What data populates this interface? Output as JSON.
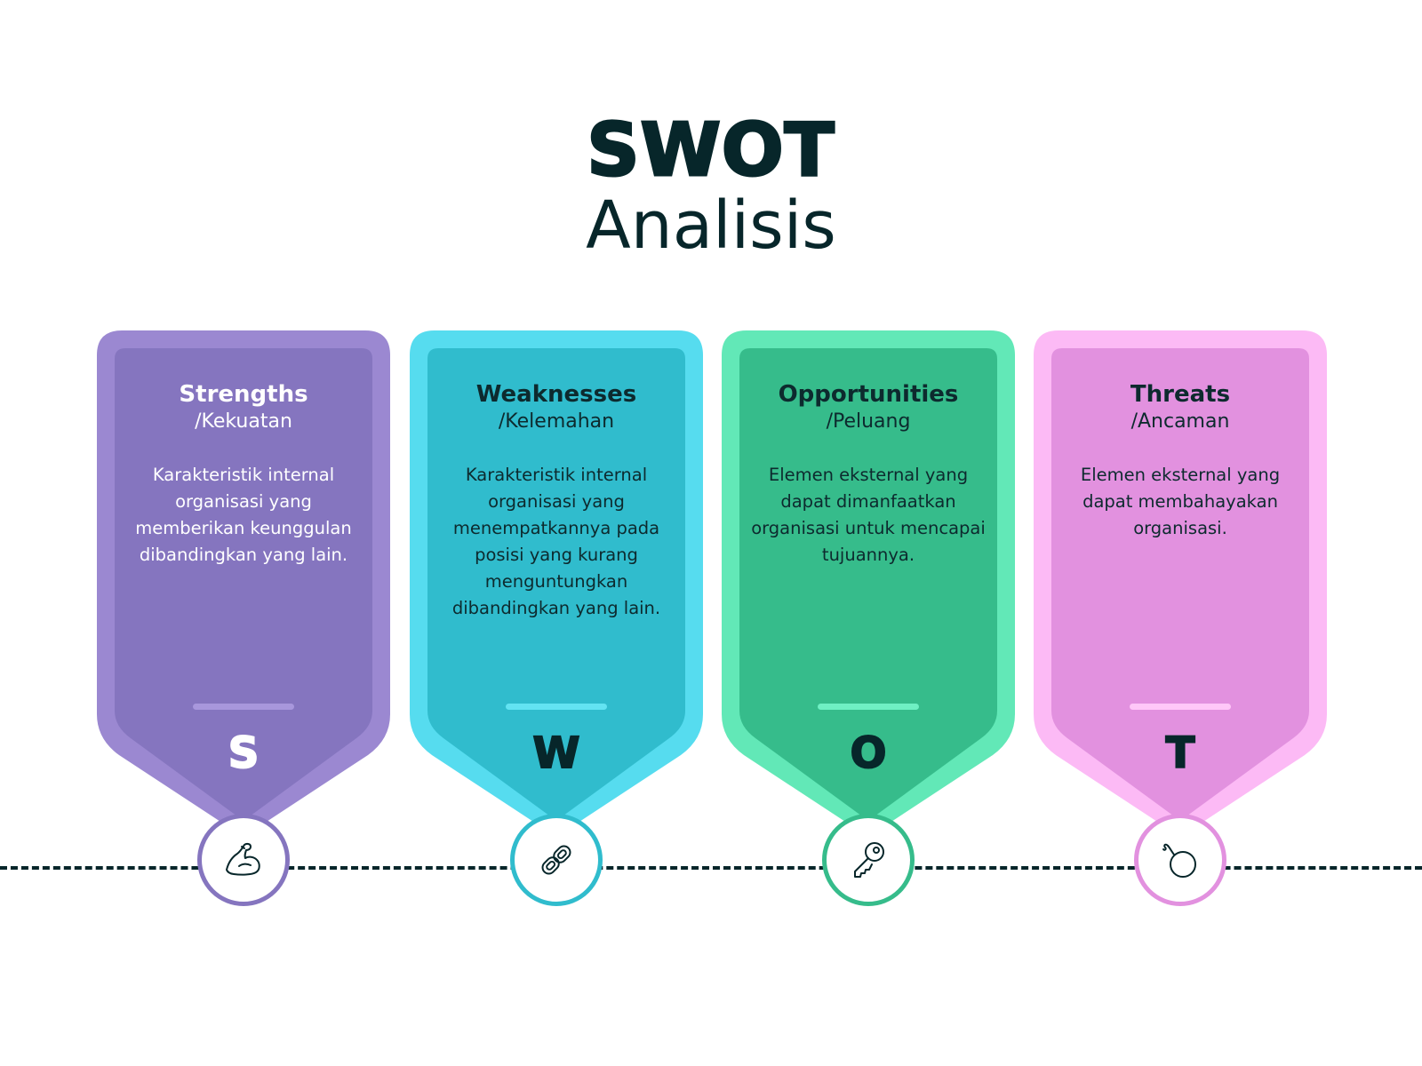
{
  "title": {
    "main": "SWOT",
    "sub": "Analisis"
  },
  "cards": [
    {
      "heading": "Strengths",
      "subheading": "/Kekuatan",
      "description": "Karakteristik internal organisasi yang memberikan keunggulan dibandingkan yang lain.",
      "letter": "S",
      "icon": "muscle-arm-icon",
      "colors": {
        "outer": "#9b88d1",
        "inner": "#8575bf",
        "divider": "#a897dc",
        "text": "#ffffff",
        "letter": "#ffffff",
        "circle_border": "#8575bf"
      }
    },
    {
      "heading": "Weaknesses",
      "subheading": "/Kelemahan",
      "description": "Karakteristik internal organisasi yang menempatkannya pada posisi yang kurang menguntungkan dibandingkan yang lain.",
      "letter": "W",
      "icon": "chain-link-icon",
      "colors": {
        "outer": "#56dcef",
        "inner": "#30bccd",
        "divider": "#63e3f2",
        "text": "#0d2a2e",
        "letter": "#07262a",
        "circle_border": "#30bccd"
      }
    },
    {
      "heading": "Opportunities",
      "subheading": "/Peluang",
      "description": "Elemen eksternal yang dapat dimanfaatkan organisasi untuk mencapai tujuannya.",
      "letter": "O",
      "icon": "key-icon",
      "colors": {
        "outer": "#62e8b7",
        "inner": "#36bc8b",
        "divider": "#6ff0c3",
        "text": "#0d2a2e",
        "letter": "#07262a",
        "circle_border": "#36bc8b"
      }
    },
    {
      "heading": "Threats",
      "subheading": "/Ancaman",
      "description": "Elemen eksternal yang dapat membahayakan organisasi.",
      "letter": "T",
      "icon": "bomb-icon",
      "colors": {
        "outer": "#fcbaf5",
        "inner": "#e291df",
        "divider": "#ffc7f8",
        "text": "#0d2a2e",
        "letter": "#07262a",
        "circle_border": "#e291df"
      }
    }
  ]
}
